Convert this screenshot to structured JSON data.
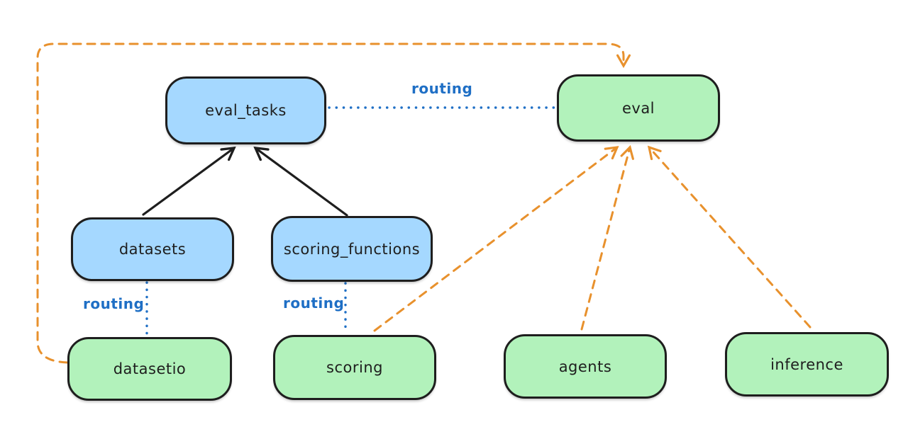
{
  "diagram": {
    "type": "architecture-diagram",
    "nodes": [
      {
        "id": "eval_tasks",
        "label": "eval_tasks",
        "fill": "blue"
      },
      {
        "id": "eval",
        "label": "eval",
        "fill": "green"
      },
      {
        "id": "datasets",
        "label": "datasets",
        "fill": "blue"
      },
      {
        "id": "scoring_functions",
        "label": "scoring_functions",
        "fill": "blue"
      },
      {
        "id": "datasetio",
        "label": "datasetio",
        "fill": "green"
      },
      {
        "id": "scoring",
        "label": "scoring",
        "fill": "green"
      },
      {
        "id": "agents",
        "label": "agents",
        "fill": "green"
      },
      {
        "id": "inference",
        "label": "inference",
        "fill": "green"
      }
    ],
    "edges": [
      {
        "from": "datasets",
        "to": "eval_tasks",
        "style": "solid-black-arrow",
        "label": ""
      },
      {
        "from": "scoring_functions",
        "to": "eval_tasks",
        "style": "solid-black-arrow",
        "label": ""
      },
      {
        "from": "eval_tasks",
        "to": "eval",
        "style": "dotted-blue",
        "label": "routing"
      },
      {
        "from": "datasets",
        "to": "datasetio",
        "style": "dotted-blue",
        "label": "routing"
      },
      {
        "from": "scoring_functions",
        "to": "scoring",
        "style": "dotted-blue",
        "label": "routing"
      },
      {
        "from": "datasetio",
        "to": "eval",
        "style": "dashed-orange-arrow",
        "label": ""
      },
      {
        "from": "scoring",
        "to": "eval",
        "style": "dashed-orange-arrow",
        "label": ""
      },
      {
        "from": "agents",
        "to": "eval",
        "style": "dashed-orange-arrow",
        "label": ""
      },
      {
        "from": "inference",
        "to": "eval",
        "style": "dashed-orange-arrow",
        "label": ""
      }
    ],
    "colors": {
      "blue_fill": "#a5d8ff",
      "green_fill": "#b2f2bb",
      "stroke": "#1e1e1e",
      "orange": "#e8912d",
      "routing_blue": "#1f6fc5",
      "background": "#ffffff"
    }
  }
}
